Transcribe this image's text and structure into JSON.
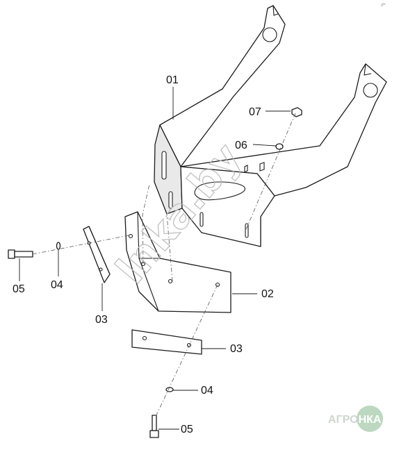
{
  "corner_mark": "J**",
  "watermark": "lnka.by",
  "logo": {
    "left": "АГРО",
    "badge": "НКА",
    "color_text": "#cfd6cf",
    "color_badge": "#bcd8c0"
  },
  "callouts": {
    "c01": "01",
    "c02": "02",
    "c03a": "03",
    "c03b": "03",
    "c04a": "04",
    "c04b": "04",
    "c05a": "05",
    "c05b": "05",
    "c06": "06",
    "c07": "07"
  }
}
